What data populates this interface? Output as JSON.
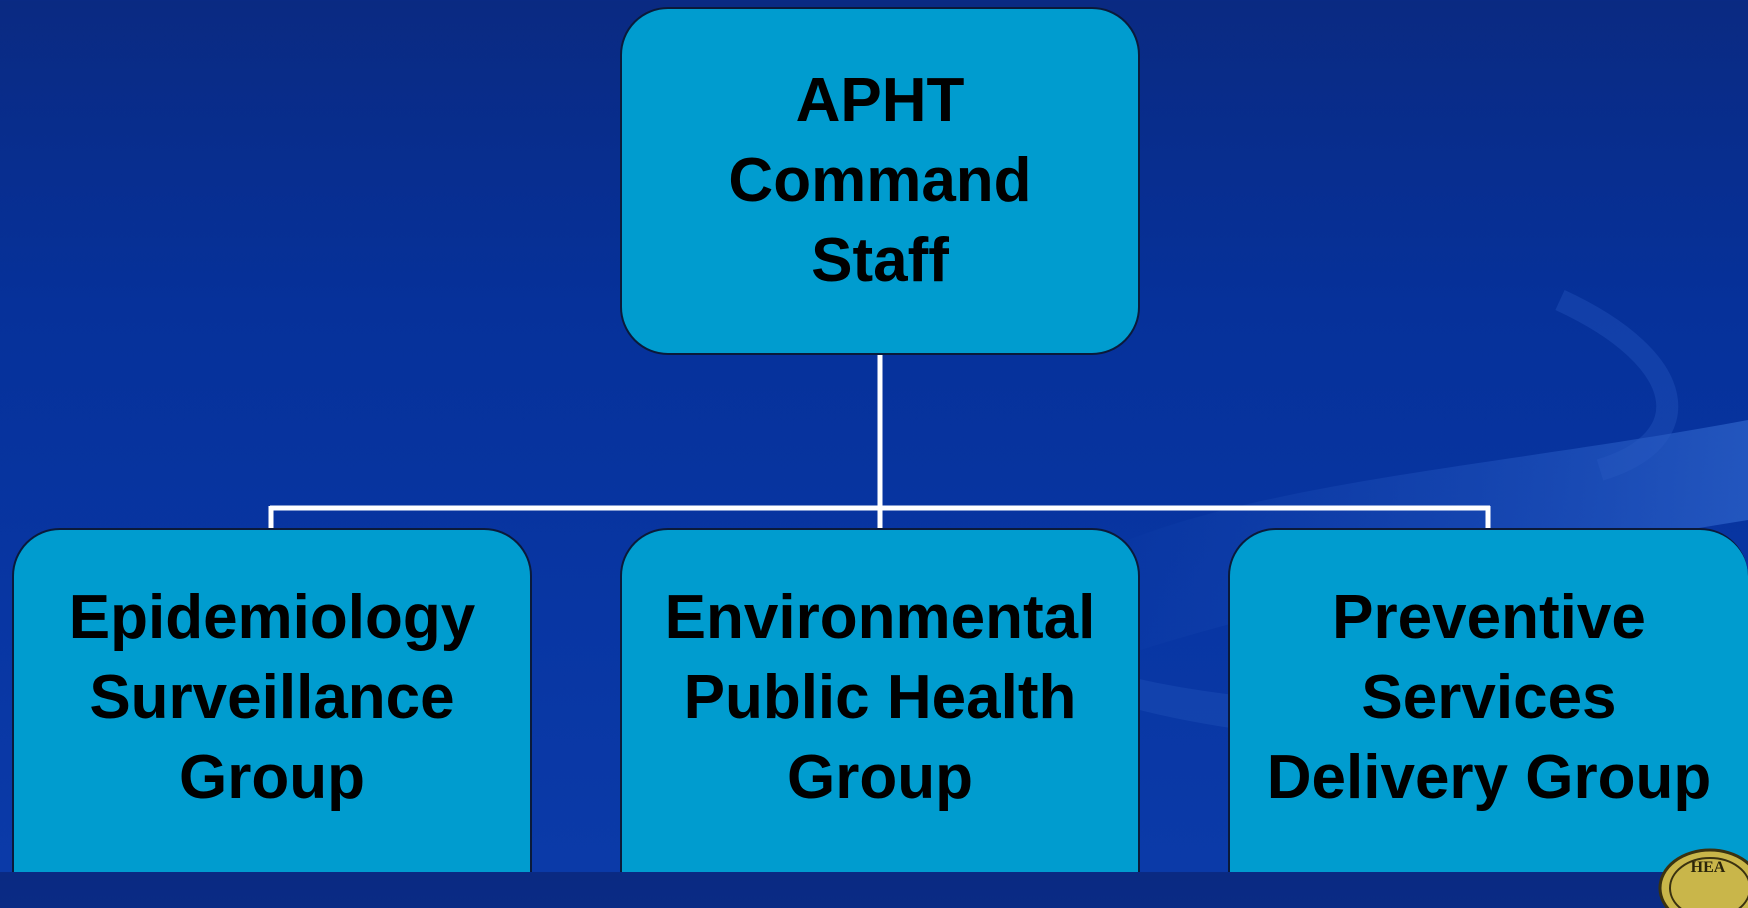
{
  "diagram": {
    "type": "org-chart",
    "root": {
      "label": "APHT\nCommand\nStaff"
    },
    "children": [
      {
        "label": "Epidemiology\nSurveillance\nGroup"
      },
      {
        "label": "Environmental\nPublic Health\nGroup"
      },
      {
        "label": "Preventive\nServices\nDelivery Group"
      }
    ],
    "colors": {
      "node_fill": "#009ccf",
      "node_border": "#0a1a3a",
      "connector": "#ffffff",
      "background": "#06319a",
      "text": "#000000"
    }
  },
  "seal": {
    "text": "HEA",
    "icon": "seal-logo"
  }
}
